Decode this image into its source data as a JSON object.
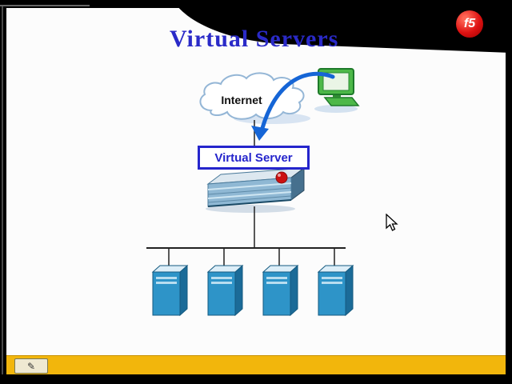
{
  "slide": {
    "title": "Virtual Servers",
    "diagram": {
      "internet_label": "Internet",
      "virtual_server_label": "Virtual Server",
      "server_count": 4
    }
  },
  "branding": {
    "logo_text": "f5"
  },
  "toolbar": {
    "pen_icon_glyph": "✎"
  },
  "colors": {
    "title_blue": "#2a2ac8",
    "box_blue": "#2525cc",
    "arrow_blue": "#1565d6",
    "server_blue": "#2e94c8",
    "bar_yellow": "#f2b60c",
    "logo_red": "#dd1111"
  }
}
